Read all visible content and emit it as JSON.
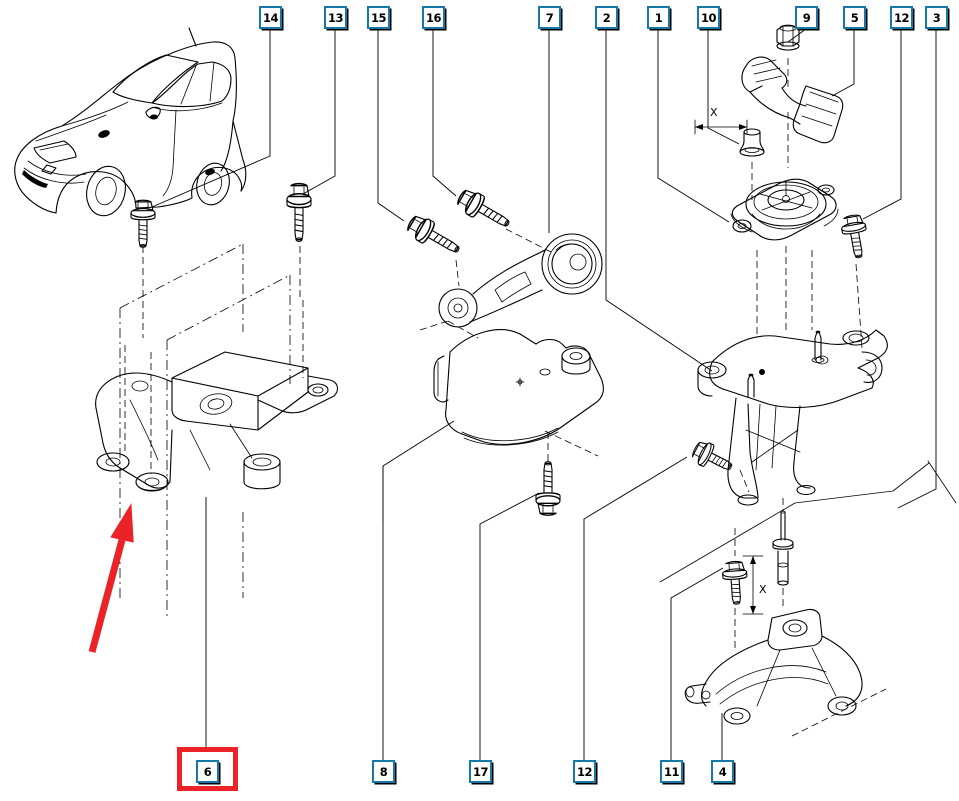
{
  "colors": {
    "label_border": "#1677A9",
    "label_shadow": "#000000",
    "highlight_red": "#EB2227",
    "line": "#000000",
    "background": "#FFFFFF"
  },
  "top_labels": [
    {
      "number": "14"
    },
    {
      "number": "13"
    },
    {
      "number": "15"
    },
    {
      "number": "16"
    },
    {
      "number": "7"
    },
    {
      "number": "2"
    },
    {
      "number": "1"
    },
    {
      "number": "10"
    },
    {
      "number": "9"
    },
    {
      "number": "5"
    },
    {
      "number": "12"
    },
    {
      "number": "3"
    }
  ],
  "bottom_labels": [
    {
      "number": "6",
      "highlighted": true
    },
    {
      "number": "8"
    },
    {
      "number": "17"
    },
    {
      "number": "12"
    },
    {
      "number": "11"
    },
    {
      "number": "4"
    }
  ],
  "dimension_labels": {
    "upper": "X",
    "lower": "X"
  },
  "highlight": {
    "highlighted_part": "6"
  }
}
